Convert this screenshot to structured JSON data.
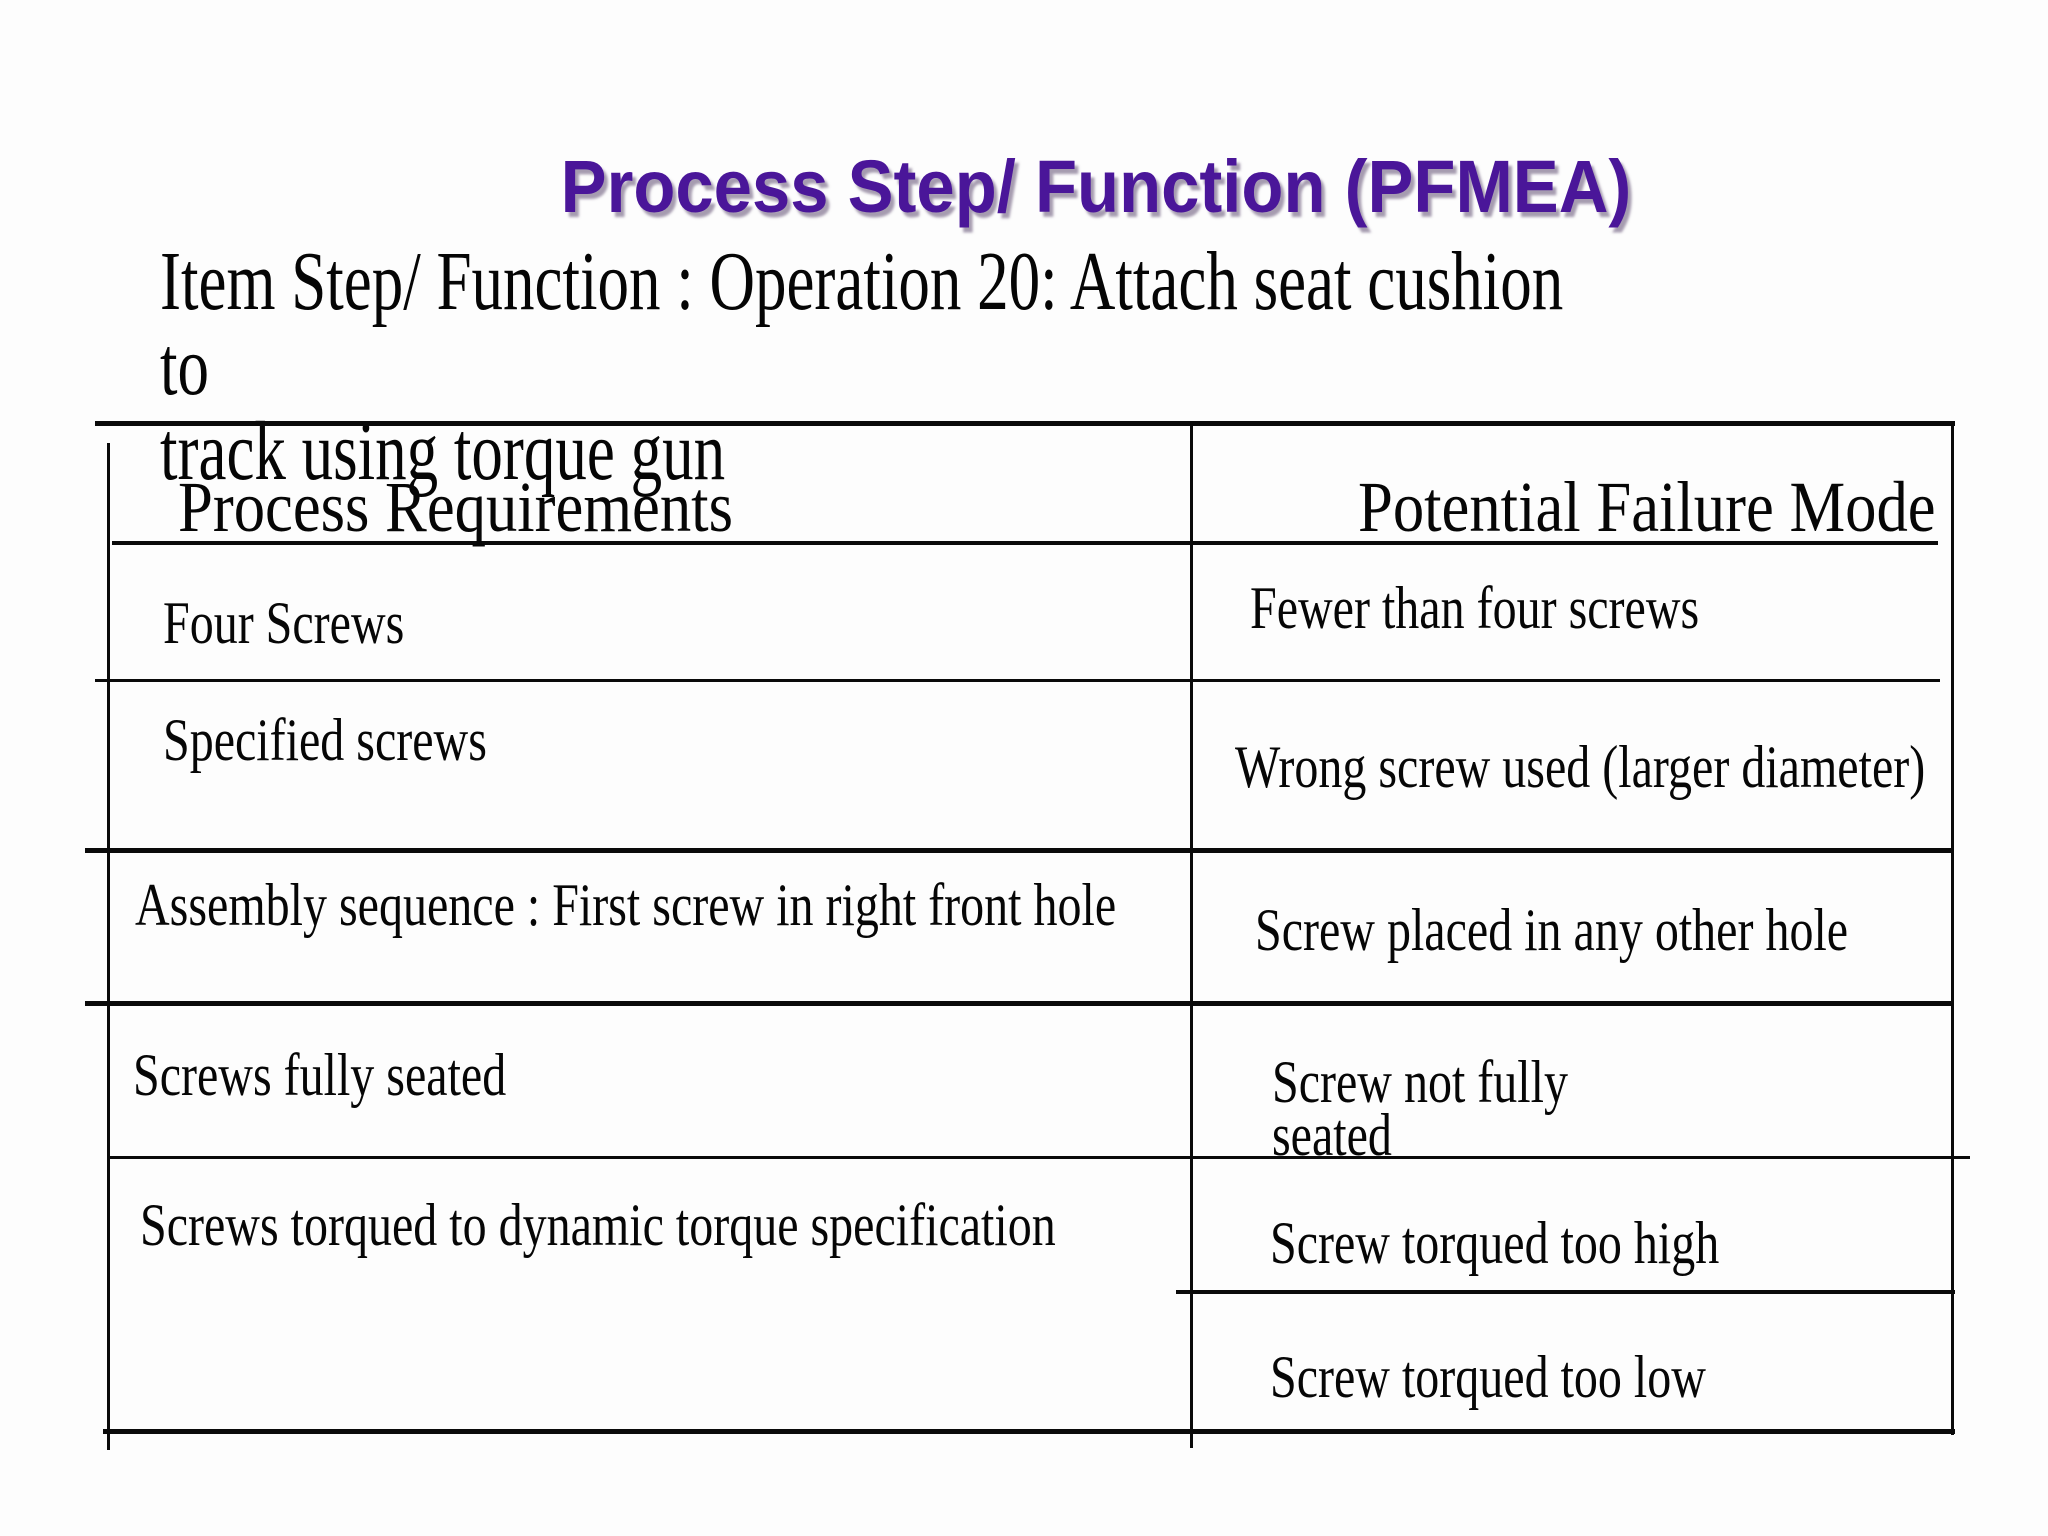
{
  "slide": {
    "title": "Process Step/ Function (PFMEA)",
    "subtitle": "Item  Step/ Function : Operation 20: Attach seat cushion to\ntrack using torque gun"
  },
  "table": {
    "header": {
      "requirements": "Process Requirements",
      "failure_mode": "Potential Failure Mode"
    },
    "rows": [
      {
        "requirement": "Four Screws",
        "failure_mode": "Fewer than four screws"
      },
      {
        "requirement": "Specified screws",
        "failure_mode": "Wrong screw used (larger diameter)"
      },
      {
        "requirement": "Assembly sequence : First screw in right front hole",
        "failure_mode": "Screw placed in any other hole"
      },
      {
        "requirement": "Screws fully seated",
        "failure_mode_lines": [
          "Screw not fully",
          "seated"
        ]
      },
      {
        "requirement": "Screws torqued to dynamic torque specification",
        "failure_modes": [
          "Screw torqued too high",
          "Screw torqued too low"
        ]
      }
    ]
  },
  "colors": {
    "title_purple": "#4a1699",
    "line_black": "#0a0a0a",
    "background": "#fdfdfd"
  }
}
